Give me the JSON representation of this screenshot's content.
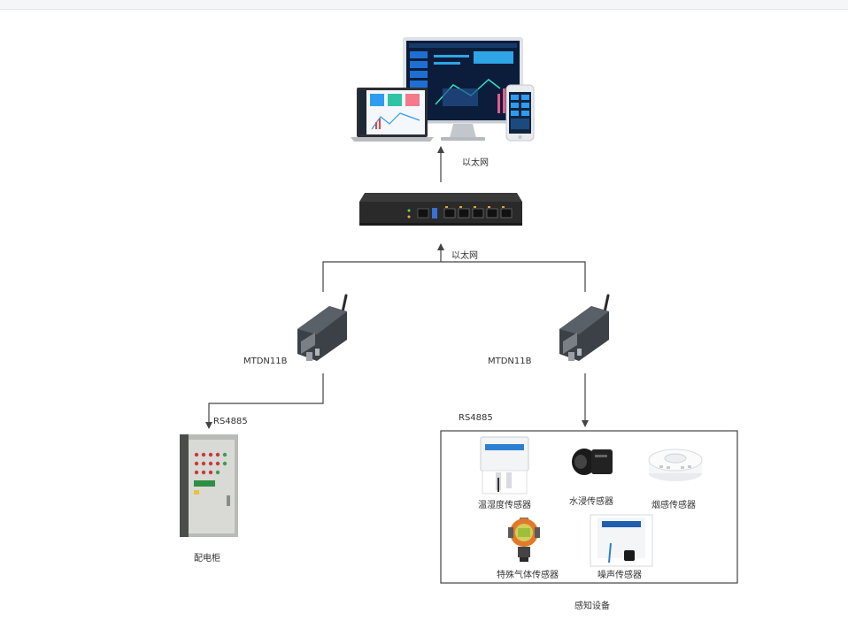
{
  "labels": {
    "ethernet_top": "以太网",
    "ethernet_mid": "以太网",
    "gateway_left": "MTDN11B",
    "gateway_right": "MTDN11B",
    "rs485_left": "RS4885",
    "rs485_right": "RS4885",
    "cabinet": "配电柜",
    "sensing_group": "感知设备"
  },
  "sensors": {
    "temp_humidity": "温湿度传感器",
    "water_leak": "水浸传感器",
    "smoke": "烟感传感器",
    "special_gas": "特殊气体传感器",
    "noise": "噪声传感器"
  },
  "colors": {
    "line": "#444444",
    "screen_dark": "#0b1d3a",
    "router_body": "#2a2a2a",
    "gateway_body": "#3c4147",
    "cabinet_panel": "#d9dad6"
  }
}
